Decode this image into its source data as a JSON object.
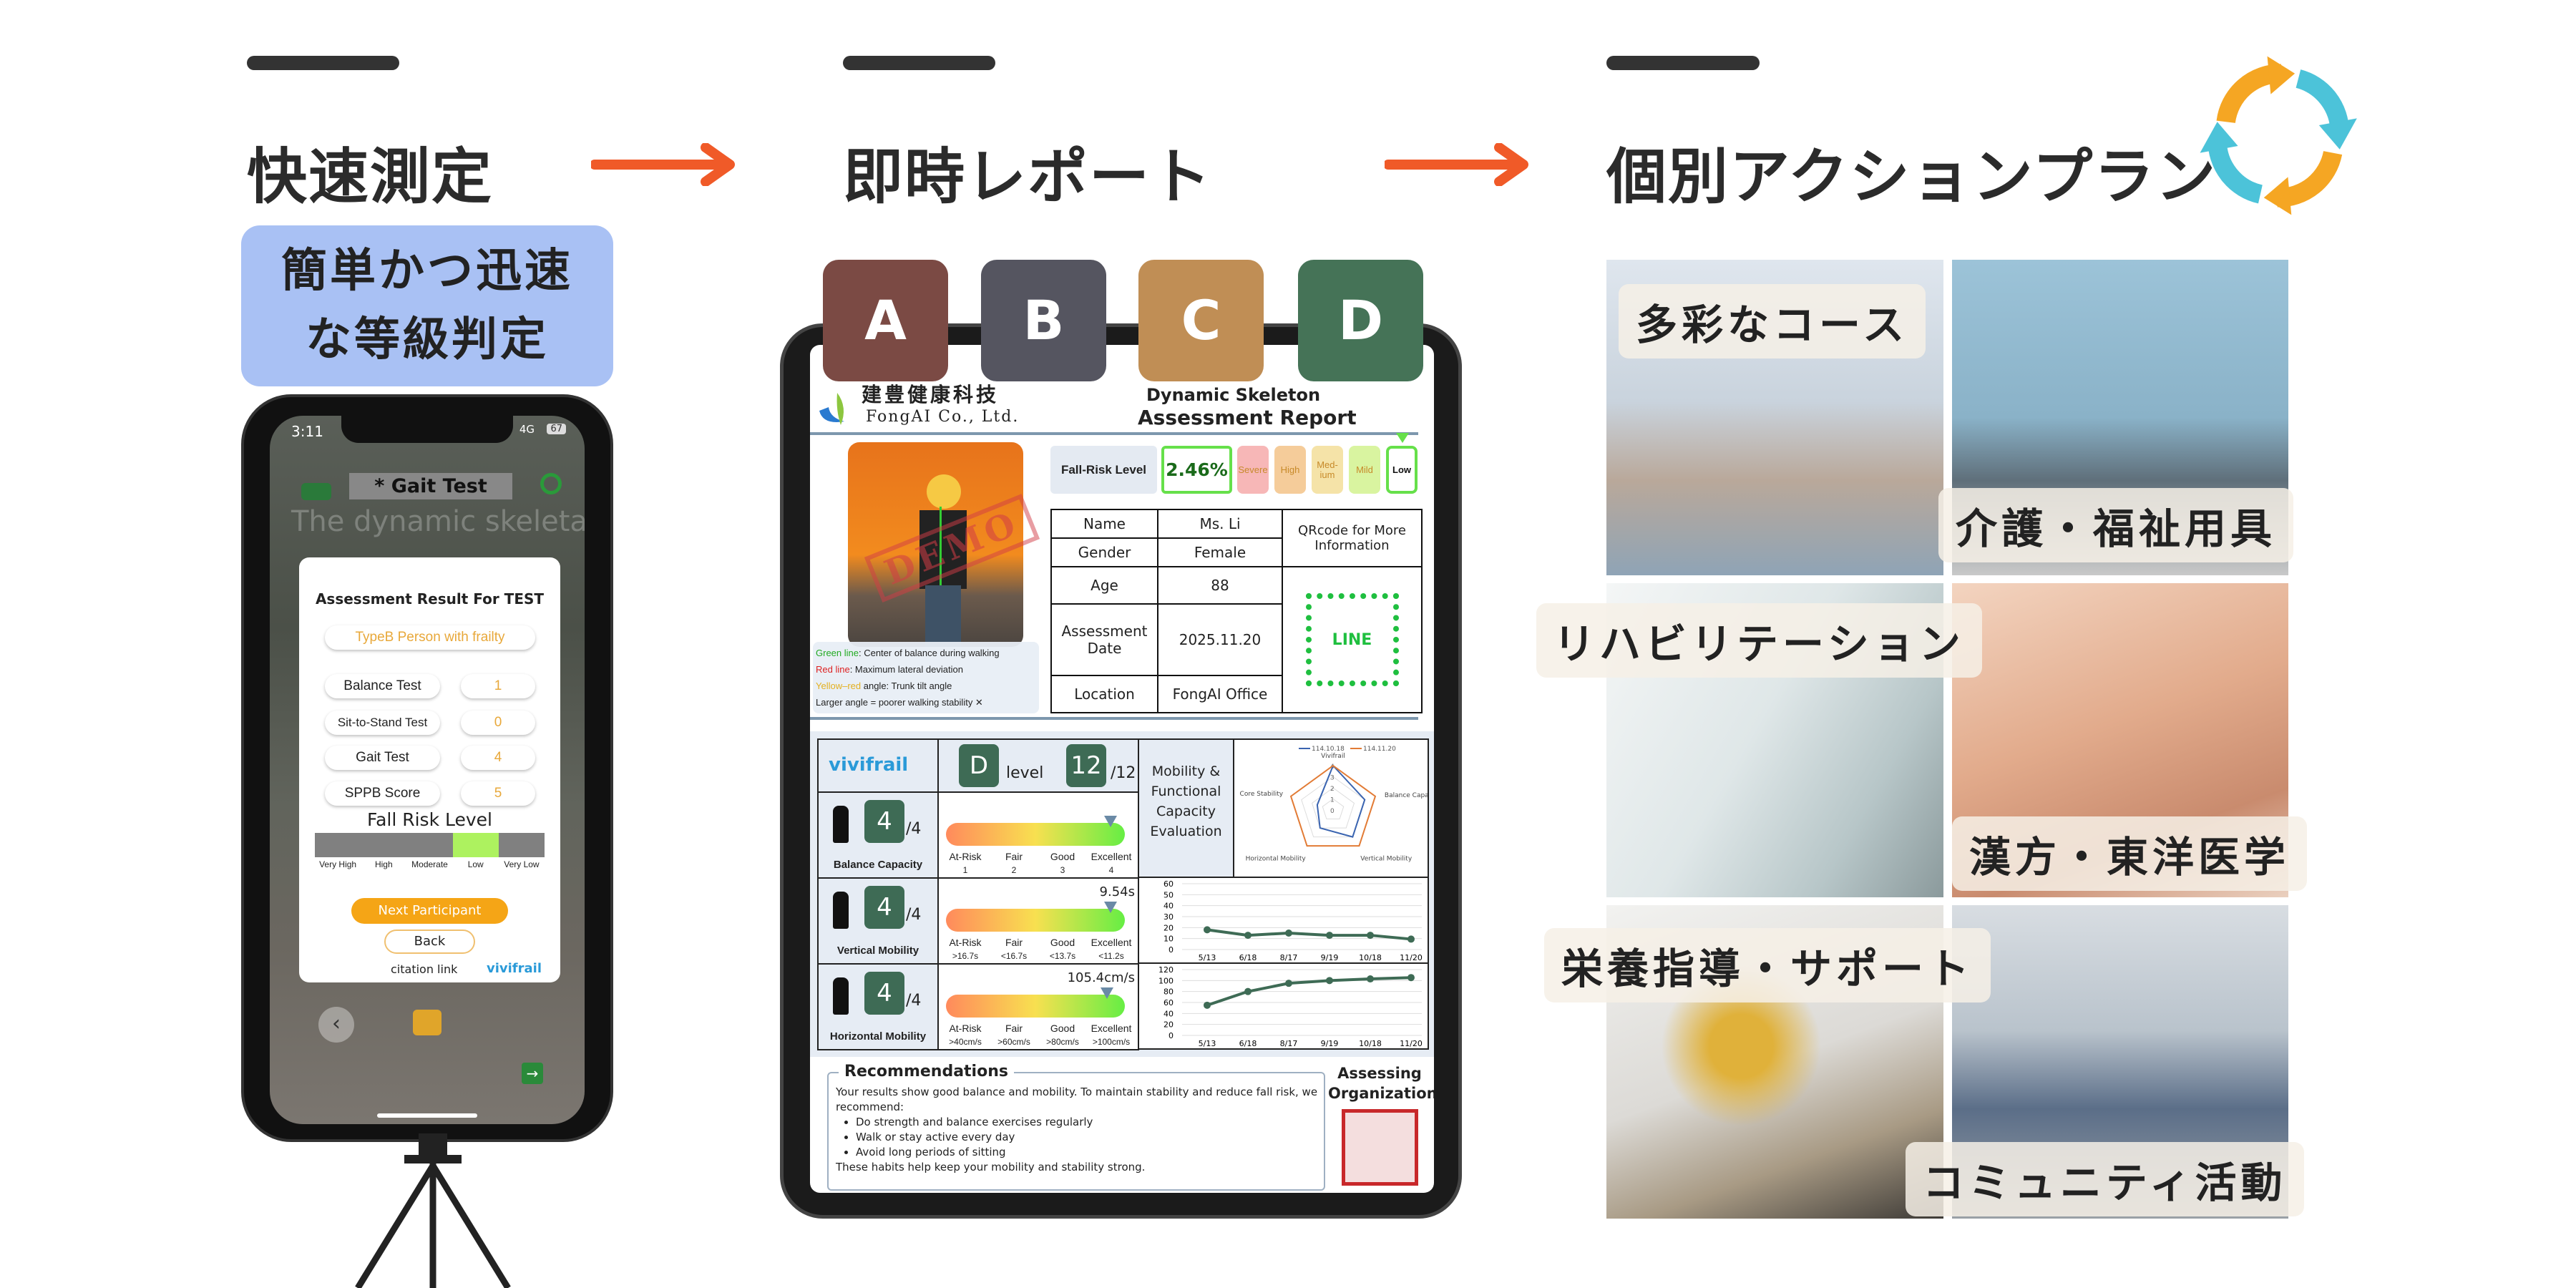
{
  "steps": [
    {
      "title": "快速測定"
    },
    {
      "title": "即時レポート"
    },
    {
      "title": "個別アクションプラン"
    }
  ],
  "colors": {
    "arrow": "#f05a28",
    "blue_box": "#a9c1f4",
    "accent_green": "#3e6b55",
    "cycle_blue": "#4cc3d9",
    "cycle_orange": "#f5a623"
  },
  "highlight": {
    "line1": "簡単かつ迅速",
    "line2": "な等級判定"
  },
  "phone": {
    "time": "3:11",
    "network": "4G",
    "battery": "67",
    "test_title": "* Gait Test",
    "bg_text": "The dynamic skeletal",
    "modal": {
      "title": "Assessment Result For TEST",
      "type": "TypeB Person with frailty",
      "rows": [
        {
          "label": "Balance Test",
          "value": "1"
        },
        {
          "label": "Sit-to-Stand Test",
          "value": "0"
        },
        {
          "label": "Gait Test",
          "value": "4"
        },
        {
          "label": "SPPB Score",
          "value": "5"
        }
      ],
      "risk_title": "Fall Risk Level",
      "risk_levels": [
        "Very High",
        "High",
        "Moderate",
        "Low",
        "Very Low"
      ],
      "risk_selected": "Low",
      "next_button": "Next Participant",
      "back_button": "Back",
      "citation": "citation link",
      "brand": "vivifrail"
    }
  },
  "tabs": [
    {
      "label": "A",
      "color": "#7b4a44"
    },
    {
      "label": "B",
      "color": "#555560"
    },
    {
      "label": "C",
      "color": "#c08e55"
    },
    {
      "label": "D",
      "color": "#457357"
    }
  ],
  "report": {
    "company_cn": "建豊健康科技",
    "company_en": "FongAI Co., Ltd.",
    "title_line1": "Dynamic Skeleton",
    "title_line2": "Assessment Report",
    "fall_risk_label": "Fall-Risk Level",
    "fall_risk_value": "2.46%",
    "severity": [
      "Severe",
      "High",
      "Med-ium",
      "Mild",
      "Low"
    ],
    "severity_selected": "Low",
    "info": [
      {
        "label": "Name",
        "value": "Ms. Li"
      },
      {
        "label": "Gender",
        "value": "Female"
      },
      {
        "label": "Age",
        "value": "88"
      },
      {
        "label": "Assessment Date",
        "value": "2025.11.20"
      },
      {
        "label": "Location",
        "value": "FongAI Office"
      }
    ],
    "qr_label": "QRcode for More Information",
    "qr_text": "LINE",
    "stamp": "DEMO",
    "legend": [
      {
        "key": "Green line",
        "text": ": Center of balance during walking"
      },
      {
        "key": "Red line",
        "text": ": Maximum lateral deviation"
      },
      {
        "key": "Yellow–red",
        "text": " angle: Trunk tilt angle"
      },
      {
        "key": "",
        "text": "Larger angle = poorer walking stability ✕"
      }
    ],
    "vivifrail": {
      "brand": "vivifrail",
      "level": "D",
      "level_label": "level",
      "score": "12",
      "score_max": "/12"
    },
    "metrics": [
      {
        "name": "Balance Capacity",
        "score": "4",
        "max": "/4",
        "value": "",
        "marker": 0.92,
        "ticks": [
          [
            "At-Risk",
            "1"
          ],
          [
            "Fair",
            "2"
          ],
          [
            "Good",
            "3"
          ],
          [
            "Excellent",
            "4"
          ]
        ]
      },
      {
        "name": "Vertical Mobility",
        "score": "4",
        "max": "/4",
        "value": "9.54s",
        "marker": 0.92,
        "ticks": [
          [
            "At-Risk",
            ">16.7s"
          ],
          [
            "Fair",
            "<16.7s"
          ],
          [
            "Good",
            "<13.7s"
          ],
          [
            "Excellent",
            "<11.2s"
          ]
        ]
      },
      {
        "name": "Horizontal Mobility",
        "score": "4",
        "max": "/4",
        "value": "105.4cm/s",
        "marker": 0.9,
        "ticks": [
          [
            "At-Risk",
            ">40cm/s"
          ],
          [
            "Fair",
            ">60cm/s"
          ],
          [
            "Good",
            ">80cm/s"
          ],
          [
            "Excellent",
            ">100cm/s"
          ]
        ]
      }
    ],
    "evaluation_label": "Mobility & Functional Capacity Evaluation",
    "radar": {
      "axes": [
        "Vivifrail",
        "Balance Capacity",
        "Vertical Mobility",
        "Horizontal Mobility",
        "Core Stability"
      ],
      "ticks": [
        "0",
        "1",
        "2",
        "3",
        "4"
      ],
      "max": 4,
      "series": [
        {
          "name": "114.10.18",
          "color": "#3a64b0",
          "values": [
            4,
            3,
            3,
            2,
            1.5
          ]
        },
        {
          "name": "114.11.20",
          "color": "#e27b35",
          "values": [
            4,
            4,
            4,
            4,
            4
          ]
        }
      ]
    },
    "trend_charts": [
      {
        "x": [
          "5/13",
          "6/18",
          "8/17",
          "9/19",
          "10/18",
          "11/20"
        ],
        "y": [
          18,
          13,
          15,
          13,
          13,
          9.5
        ],
        "ylim": [
          0,
          60
        ],
        "yticks": [
          "0",
          "10",
          "20",
          "30",
          "40",
          "50",
          "60"
        ]
      },
      {
        "x": [
          "5/13",
          "6/18",
          "8/17",
          "9/19",
          "10/18",
          "11/20"
        ],
        "y": [
          55,
          80,
          95,
          100,
          103,
          105.4
        ],
        "ylim": [
          0,
          120
        ],
        "yticks": [
          "0",
          "20",
          "40",
          "60",
          "80",
          "100",
          "120"
        ]
      }
    ],
    "recommendations": {
      "title": "Recommendations",
      "intro": "Your results show good balance and mobility. To maintain stability and reduce fall risk, we recommend:",
      "items": [
        "Do strength and balance exercises regularly",
        "Walk or stay active every day",
        "Avoid long periods of sitting"
      ],
      "outro": "These habits help keep your mobility and stability strong."
    },
    "org_label": "Assessing Organization"
  },
  "plans": [
    "多彩なコース",
    "介護・福祉用具",
    "リハビリテーション",
    "漢方・東洋医学",
    "栄養指導・サポート",
    "コミュニティ活動"
  ]
}
